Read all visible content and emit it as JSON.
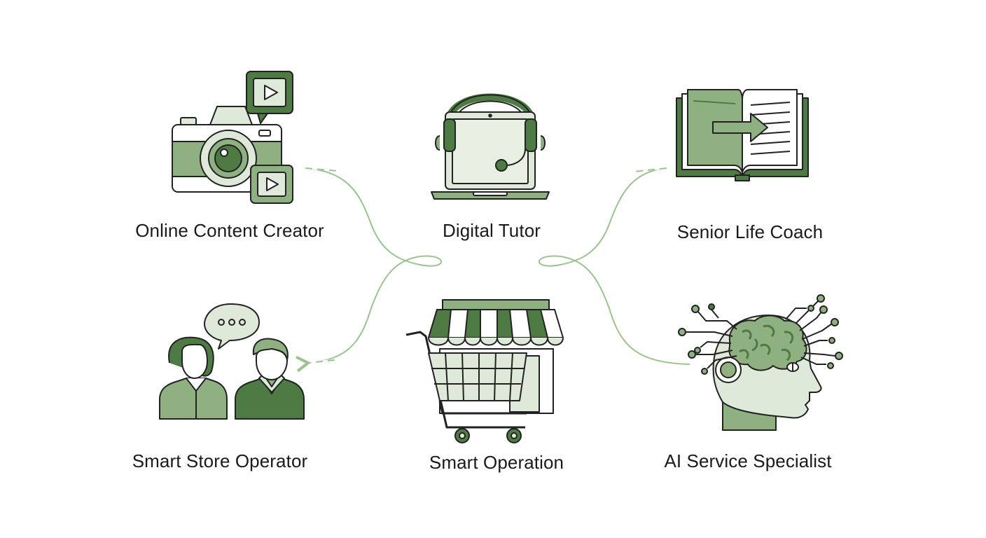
{
  "colors": {
    "dark_green": "#4e7a44",
    "mid_green": "#8fb182",
    "light_green": "#dfe9d9",
    "outline": "#222222",
    "connector": "#9cc290"
  },
  "roles": [
    {
      "id": "online-content-creator",
      "label": "Online Content Creator",
      "icon": "camera-video-icon"
    },
    {
      "id": "digital-tutor",
      "label": "Digital Tutor",
      "icon": "laptop-headset-icon"
    },
    {
      "id": "senior-life-coach",
      "label": "Senior Life Coach",
      "icon": "open-book-arrow-icon"
    },
    {
      "id": "smart-store-operator",
      "label": "Smart Store Operator",
      "icon": "people-chat-icon"
    },
    {
      "id": "smart-operation",
      "label": "Smart Operation",
      "icon": "storefront-cart-icon"
    },
    {
      "id": "ai-service-specialist",
      "label": "AI Service Specialist",
      "icon": "ai-head-circuit-icon"
    }
  ]
}
